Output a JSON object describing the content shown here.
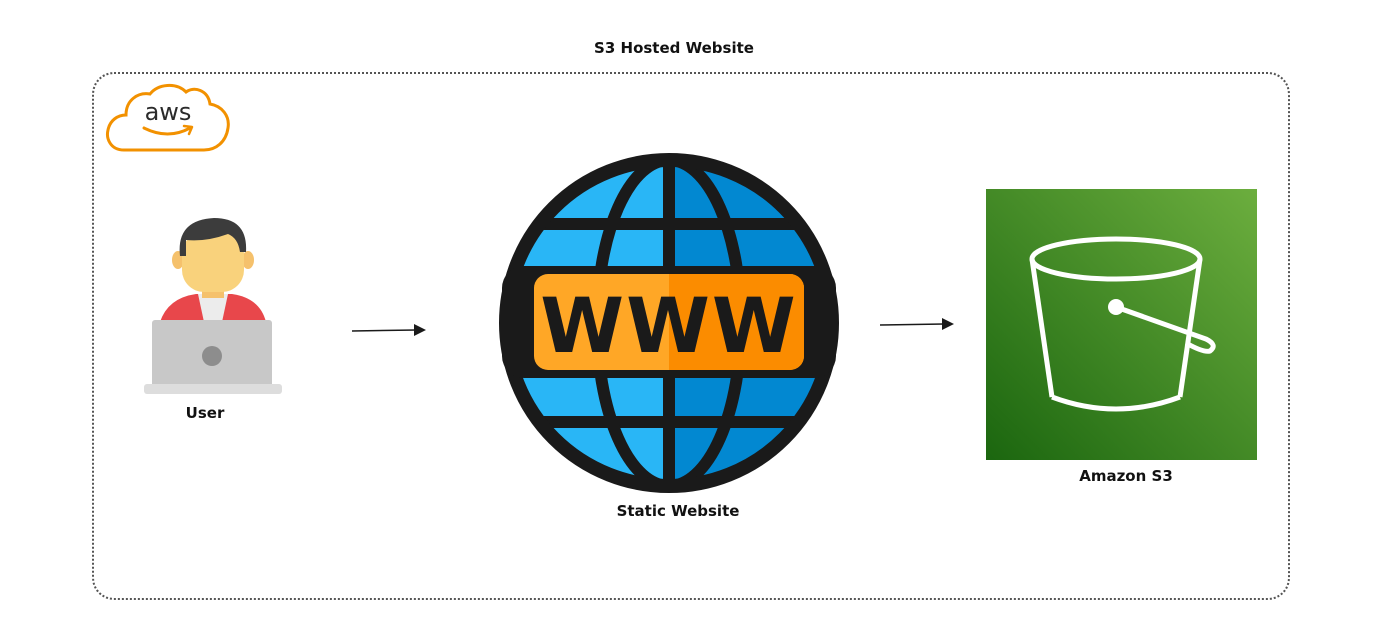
{
  "title": "S3 Hosted Website",
  "cloud_logo": {
    "text": "aws",
    "color": "#F29100"
  },
  "nodes": {
    "user": {
      "label": "User",
      "icon": "user-laptop-icon"
    },
    "website": {
      "label": "Static Website",
      "badge_text": "WWW",
      "icon": "globe-www-icon"
    },
    "s3": {
      "label": "Amazon S3",
      "icon": "s3-bucket-icon"
    }
  },
  "colors": {
    "globe_blue": "#29B6F6",
    "globe_dark_blue": "#0288D1",
    "www_orange": "#FFA726",
    "s3_green_dark": "#1B660F",
    "s3_green_light": "#6CAE3E",
    "outline": "#1A1A1A"
  }
}
